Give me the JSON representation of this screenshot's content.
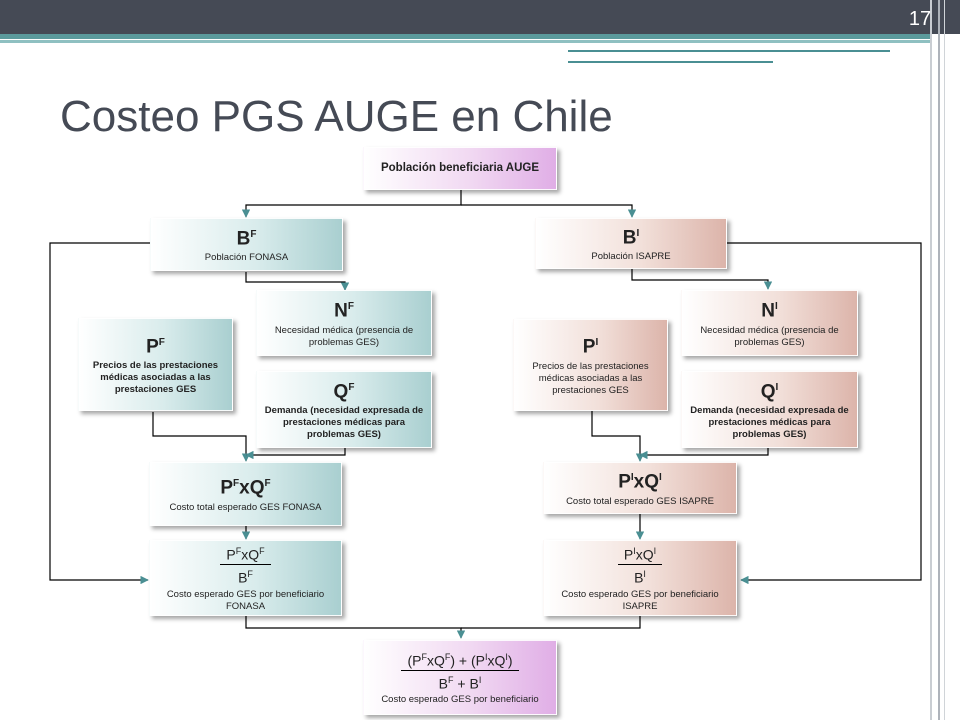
{
  "slide": {
    "number": "17",
    "title": "Costeo PGS AUGE en Chile"
  },
  "colors": {
    "teal_box": "#a9cfd0",
    "rose_box": "#dcb4aa",
    "pink_box": "#e0aee6",
    "header": "#454a55",
    "accent": "#5b9a9c"
  },
  "diagram": {
    "root": {
      "title": "Población beneficiaria AUGE"
    },
    "fonasa": {
      "b": {
        "sym": "B",
        "sup": "F",
        "desc": "Población FONASA"
      },
      "n": {
        "sym": "N",
        "sup": "F",
        "desc": "Necesidad médica (presencia de problemas GES)"
      },
      "p": {
        "sym": "P",
        "sup": "F",
        "desc": "Precios de las prestaciones médicas asociadas a las prestaciones GES"
      },
      "q": {
        "sym": "Q",
        "sup": "F",
        "desc": "Demanda (necesidad expresada de prestaciones médicas para problemas GES)"
      },
      "pxq": {
        "p": "P",
        "sup1": "F",
        "x": "x",
        "q": "Q",
        "sup2": "F",
        "desc": "Costo total esperado GES FONASA"
      },
      "ratio": {
        "p": "P",
        "sup1": "F",
        "xq": "xQ",
        "sup2": "F",
        "b": "B",
        "sup3": "F",
        "desc": "Costo esperado GES por beneficiario FONASA"
      }
    },
    "isapre": {
      "b": {
        "sym": "B",
        "sup": "I",
        "desc": "Población ISAPRE"
      },
      "n": {
        "sym": "N",
        "sup": "I",
        "desc": "Necesidad médica (presencia de problemas GES)"
      },
      "p": {
        "sym": "P",
        "sup": "I",
        "desc": "Precios de las prestaciones médicas asociadas a las prestaciones GES"
      },
      "q": {
        "sym": "Q",
        "sup": "I",
        "desc": "Demanda (necesidad expresada de prestaciones médicas para problemas GES)"
      },
      "pxq": {
        "p": "P",
        "sup1": "I",
        "x": "x",
        "q": "Q",
        "sup2": "I",
        "desc": "Costo total esperado GES ISAPRE"
      },
      "ratio": {
        "p": "P",
        "sup1": "I",
        "xq": "xQ",
        "sup2": "I",
        "b": "B",
        "sup3": "I",
        "desc": "Costo esperado GES por beneficiario ISAPRE"
      }
    },
    "total": {
      "open1": "(P",
      "sup1": "F",
      "mid1": "xQ",
      "sup2": "F",
      "close1": ")",
      "plus": "+",
      "open2": "(P",
      "sup3": "I",
      "mid2": "xQ",
      "sup4": "I",
      "close2": ")",
      "den_b1": "B",
      "sup5": "F",
      "den_plus": "+",
      "den_b2": "B",
      "sup6": "I",
      "desc": "Costo esperado GES por beneficiario"
    }
  }
}
